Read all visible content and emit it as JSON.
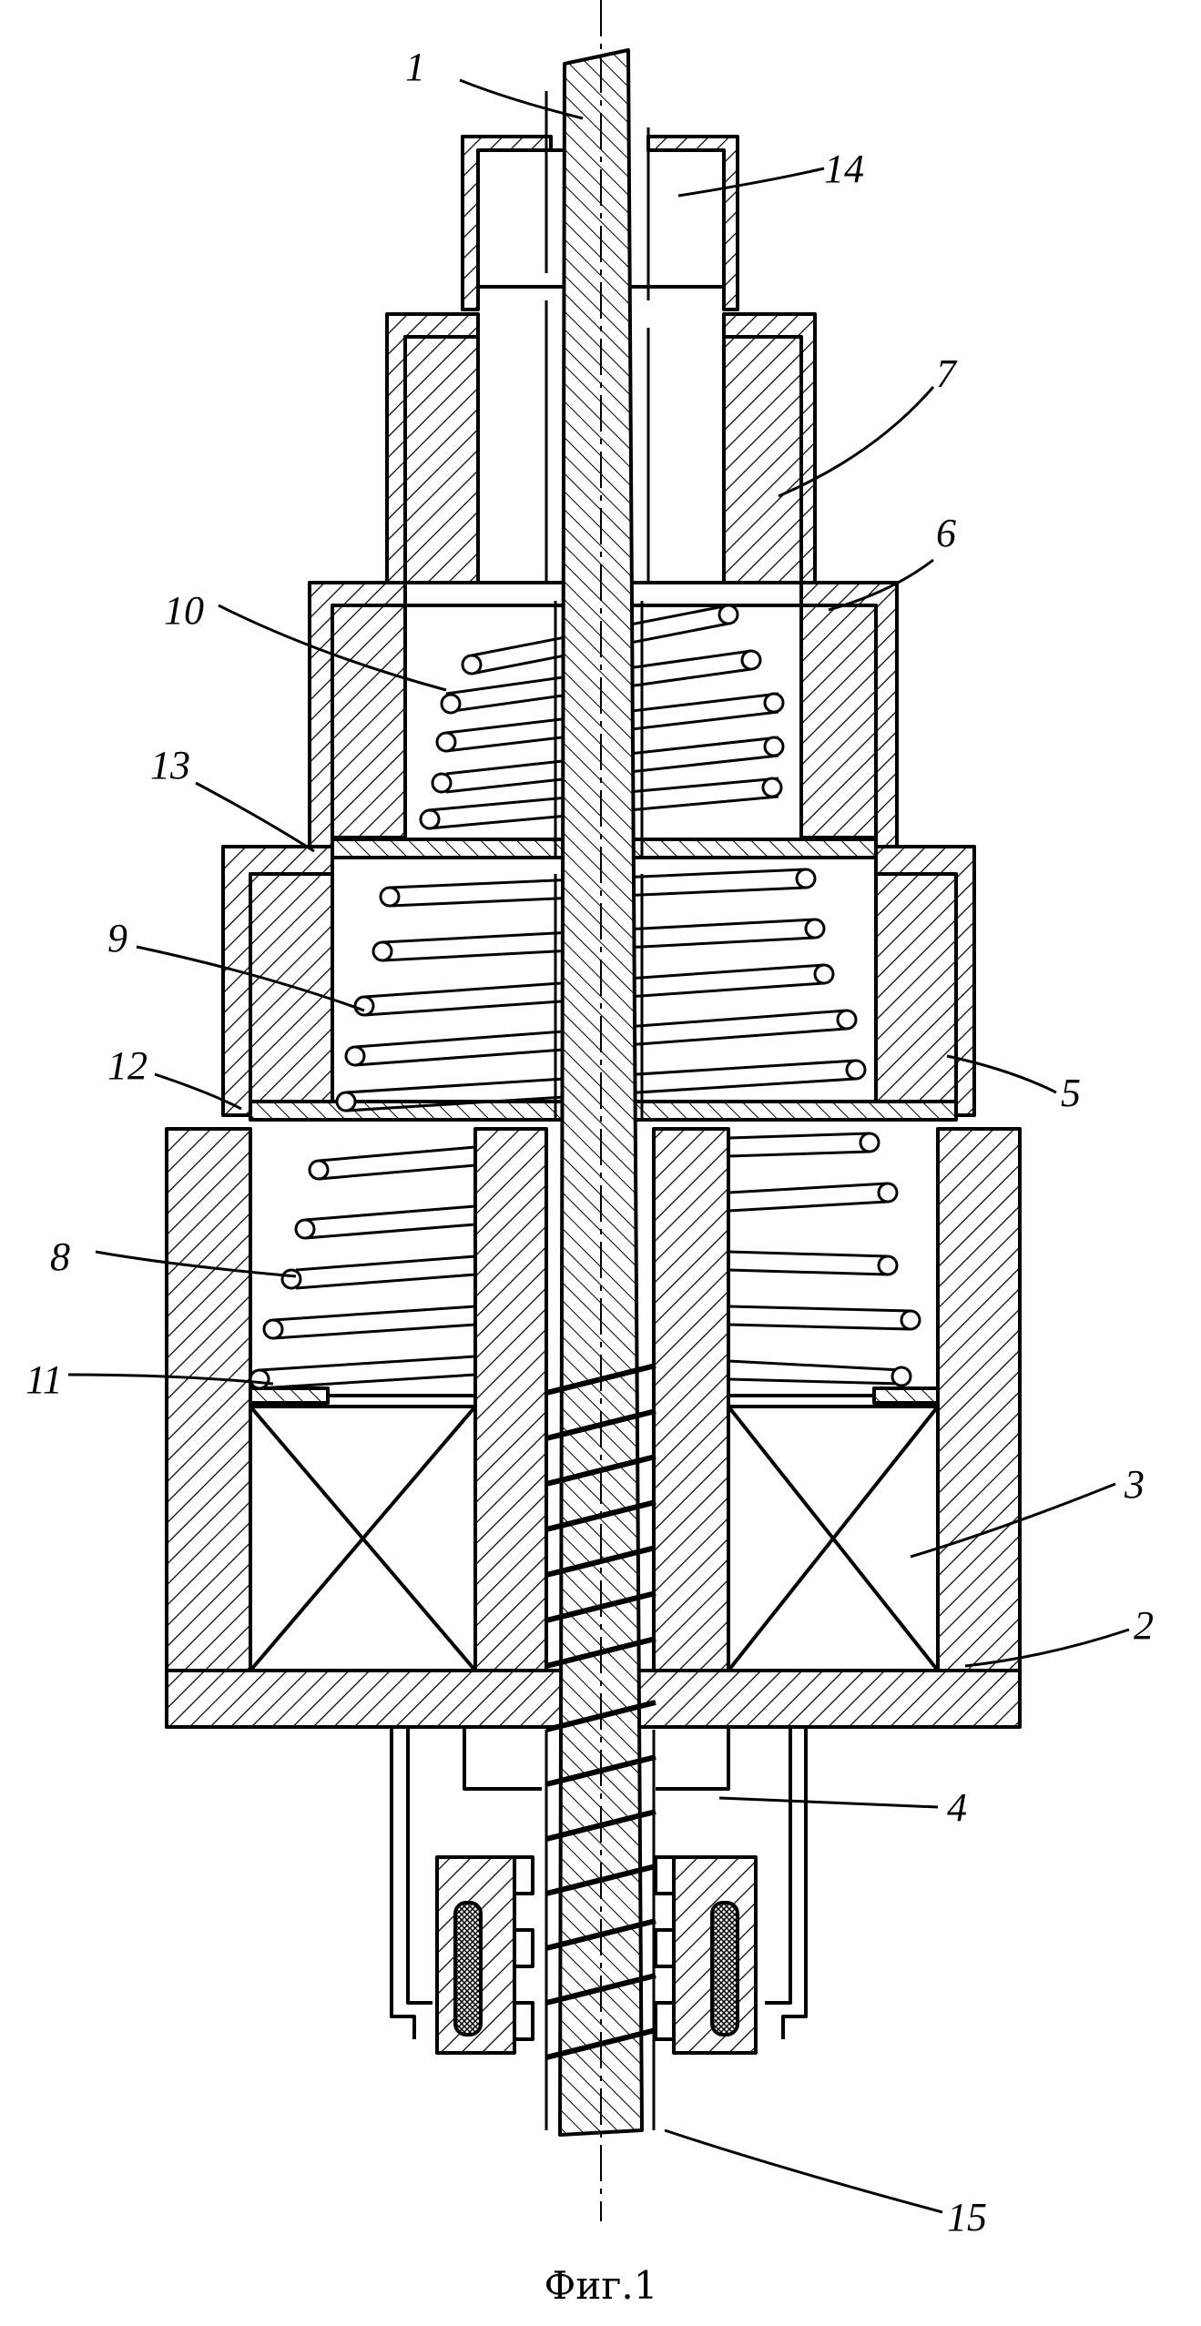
{
  "caption": "Фиг.1",
  "labels": {
    "l1": "1",
    "l2": "2",
    "l3": "3",
    "l4": "4",
    "l5": "5",
    "l6": "6",
    "l7": "7",
    "l8": "8",
    "l9": "9",
    "l10": "10",
    "l11": "11",
    "l12": "12",
    "l13": "13",
    "l14": "14",
    "l15": "15"
  },
  "colors": {
    "ink": "#000000",
    "paper": "#ffffff"
  }
}
